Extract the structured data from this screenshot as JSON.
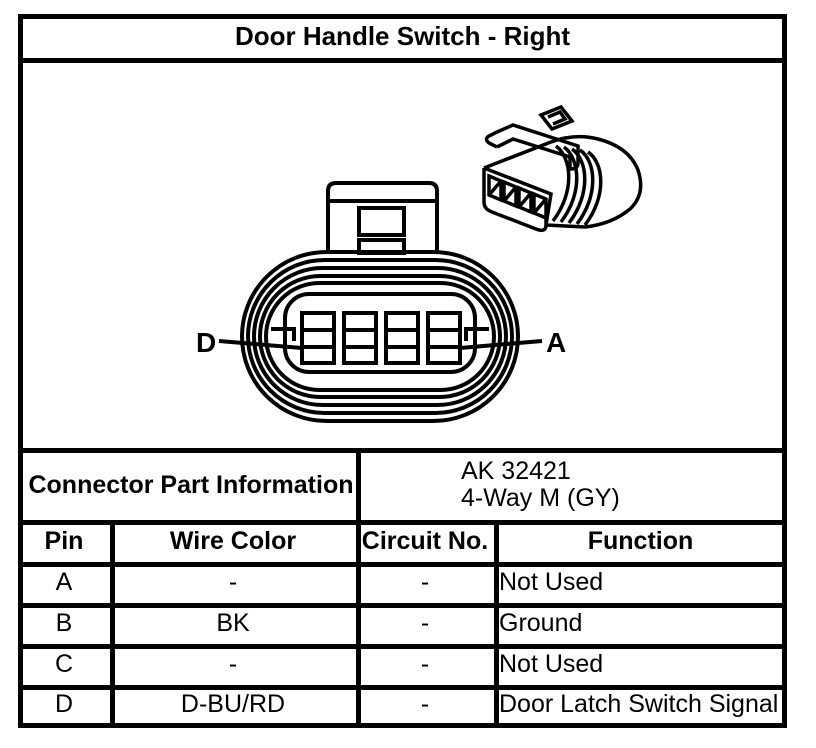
{
  "title": "Door Handle Switch - Right",
  "diagram": {
    "pin_label_left": "D",
    "pin_label_right": "A"
  },
  "connector_part_information": {
    "label": "Connector Part Information",
    "part_number": "AK 32421",
    "description": "4-Way M (GY)"
  },
  "pin_table": {
    "headers": {
      "pin": "Pin",
      "wire_color": "Wire Color",
      "circuit_no": "Circuit No.",
      "function": "Function"
    },
    "rows": [
      {
        "pin": "A",
        "wire_color": "-",
        "circuit_no": "-",
        "function": "Not Used"
      },
      {
        "pin": "B",
        "wire_color": "BK",
        "circuit_no": "-",
        "function": "Ground"
      },
      {
        "pin": "C",
        "wire_color": "-",
        "circuit_no": "-",
        "function": "Not Used"
      },
      {
        "pin": "D",
        "wire_color": "D-BU/RD",
        "circuit_no": "-",
        "function": "Door Latch Switch Signal"
      }
    ]
  },
  "colors": {
    "line": "#000000",
    "background": "#ffffff"
  }
}
